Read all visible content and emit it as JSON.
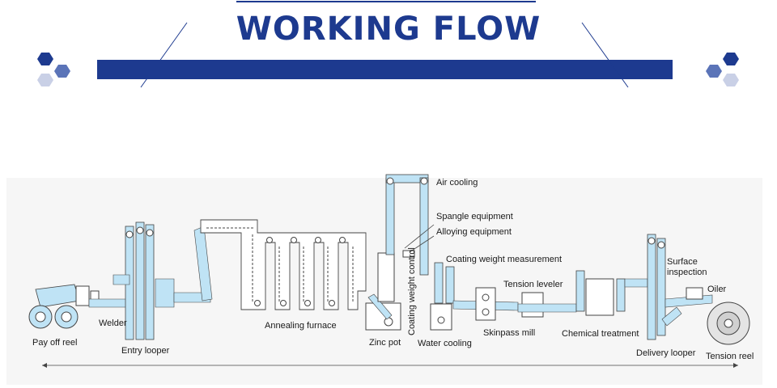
{
  "title": "WORKING FLOW",
  "colors": {
    "brand_blue": "#1d3a8f",
    "light_hex": "#c9d0e6",
    "mid_hex": "#5b74b8",
    "strip_fill": "#bfe3f5",
    "line": "#444444"
  },
  "labels": {
    "pay_off_reel": "Pay off reel",
    "welder": "Welder",
    "entry_looper": "Entry looper",
    "annealing_furnace": "Annealing furnace",
    "zinc_pot": "Zinc pot",
    "coating_weight_control": "Coating weight control",
    "air_cooling": "Air cooling",
    "spangle_equipment": "Spangle equipment",
    "alloying_equipment": "Alloying equipment",
    "coating_weight_measurement": "Coating weight measurement",
    "water_cooling": "Water cooling",
    "skinpass_mill": "Skinpass mill",
    "tension_leveler": "Tension leveler",
    "chemical_treatment": "Chemical treatment",
    "surface_inspection": "Surface\ninspection",
    "oiler": "Oiler",
    "delivery_looper": "Delivery looper",
    "tension_reel": "Tension reel"
  }
}
